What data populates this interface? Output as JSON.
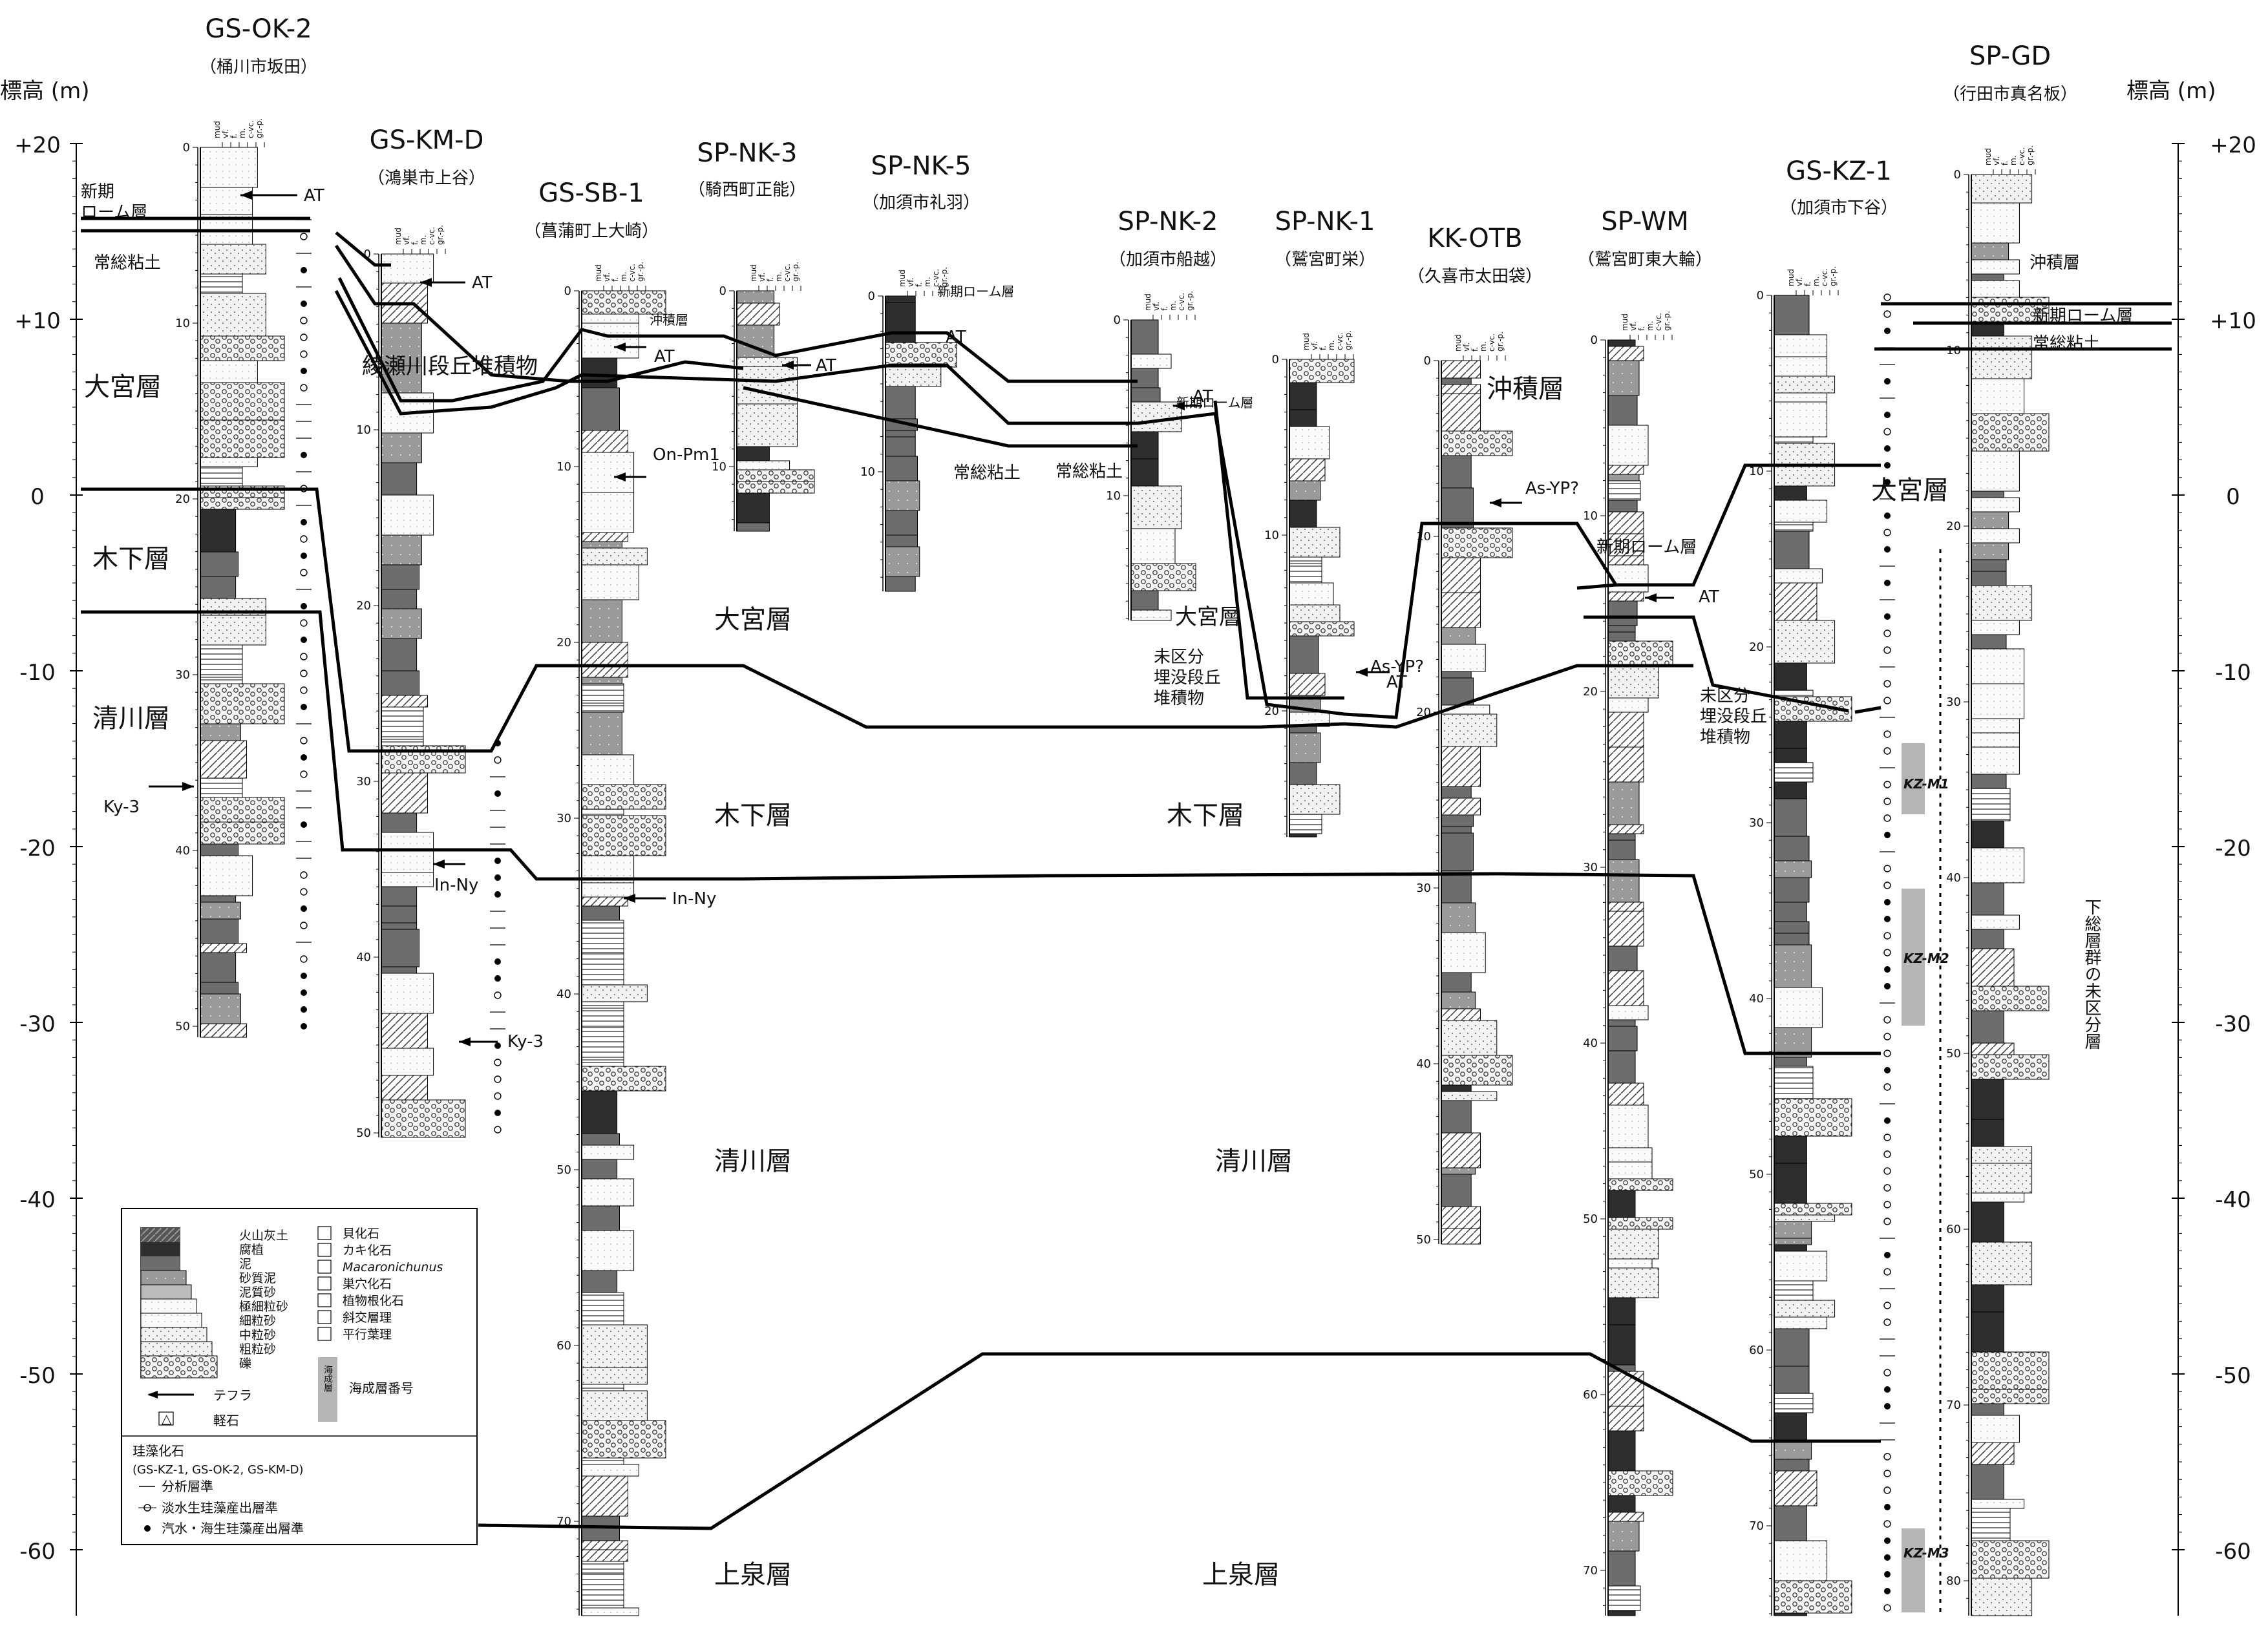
{
  "axis": {
    "title": "標高 (m)",
    "ticks": [
      "+20",
      "+10",
      "0",
      "-10",
      "-20",
      "-30",
      "-40",
      "-50",
      "-60"
    ]
  },
  "boreholes": [
    {
      "id": "GS-OK-2",
      "place": "（桶川市坂田）"
    },
    {
      "id": "GS-KM-D",
      "place": "（鴻巣市上谷）"
    },
    {
      "id": "GS-SB-1",
      "place": "（菖蒲町上大崎）"
    },
    {
      "id": "SP-NK-3",
      "place": "（騎西町正能）"
    },
    {
      "id": "SP-NK-5",
      "place": "（加須市礼羽）"
    },
    {
      "id": "SP-NK-2",
      "place": "（加須市船越）"
    },
    {
      "id": "SP-NK-1",
      "place": "（鷲宮町栄）"
    },
    {
      "id": "KK-OTB",
      "place": "（久喜市太田袋）"
    },
    {
      "id": "SP-WM",
      "place": "（鷲宮町東大輪）"
    },
    {
      "id": "GS-KZ-1",
      "place": "（加須市下谷）"
    },
    {
      "id": "SP-GD",
      "place": "（行田市真名板）"
    }
  ],
  "column_header": [
    "mud",
    "vf.",
    "f.",
    "m.",
    "c-vc.",
    "gr.-p."
  ],
  "formations": {
    "omiya": "大宮層",
    "kioroshi": "木下層",
    "kiyokawa": "清川層",
    "kamiizumi": "上泉層",
    "chuseki": "沖積層",
    "shinki_loam": "新期ローム層",
    "joso_clay": "常総粘土",
    "new_loam_split": "新期\nローム層",
    "ayase": "綾瀬川段丘堆積物",
    "unclassified_terrace": "未区分\n埋没段丘\n堆積物",
    "shimosa_unclassified": "下総層群の未区分層"
  },
  "tephra": [
    "AT",
    "On-Pm1",
    "In-Ny",
    "Ky-3",
    "As-YP?"
  ],
  "marine_units": [
    "KZ-M1",
    "KZ-M2",
    "KZ-M3"
  ],
  "legend": {
    "lithology": [
      "火山灰土",
      "腐植",
      "泥",
      "砂質泥",
      "泥質砂",
      "極細粒砂",
      "細粒砂",
      "中粒砂",
      "粗粒砂",
      "礫"
    ],
    "symbols": [
      "貝化石",
      "カキ化石",
      "Macaronichunus",
      "巣穴化石",
      "植物根化石",
      "斜交層理",
      "平行葉理"
    ],
    "tephra_label": "テフラ",
    "pumice_label": "軽石",
    "marine_label": "海成層番号",
    "marine_box_text": "海成層",
    "diatom_title": "珪藻化石",
    "diatom_sub": "(GS-KZ-1, GS-OK-2, GS-KM-D)",
    "diatom_items": [
      "分析層準",
      "淡水生珪藻産出層準",
      "汽水・海生珪藻産出層準"
    ]
  },
  "colors": {
    "line": "#000000",
    "mud": "#6d6d6d",
    "dark": "#2e2e2e",
    "humus": "#4a4a4a",
    "marine": "#b5b5b5"
  }
}
